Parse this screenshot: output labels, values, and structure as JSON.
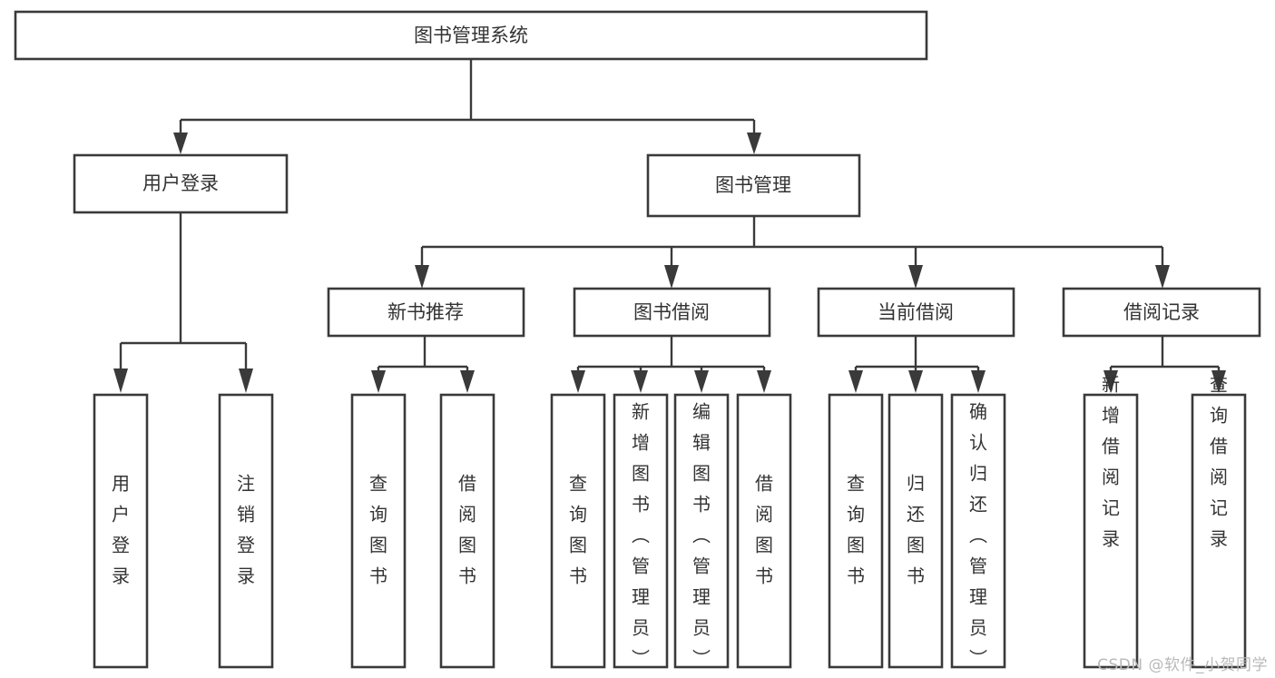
{
  "diagram": {
    "title": "图书管理系统",
    "watermark": "CSDN @软件_小贺同学",
    "accent_color": "#3a3a3a",
    "text_color": "#333333",
    "background_color": "#ffffff",
    "watermark_color": "#b9b9b9",
    "root": {
      "label": "图书管理系统"
    },
    "level2": [
      {
        "label": "用户登录"
      },
      {
        "label": "图书管理"
      }
    ],
    "level3": [
      {
        "label": "新书推荐"
      },
      {
        "label": "图书借阅"
      },
      {
        "label": "当前借阅"
      },
      {
        "label": "借阅记录"
      }
    ],
    "leaves": {
      "user_login": [
        {
          "label": "用户登录"
        },
        {
          "label": "注销登录"
        }
      ],
      "new_book_recommend": [
        {
          "label": "查询图书"
        },
        {
          "label": "借阅图书"
        }
      ],
      "book_borrow": [
        {
          "label": "查询图书"
        },
        {
          "label": "新增图书（管理员）"
        },
        {
          "label": "编辑图书（管理员）"
        },
        {
          "label": "借阅图书"
        }
      ],
      "current_borrow": [
        {
          "label": "查询图书"
        },
        {
          "label": "归还图书"
        },
        {
          "label": "确认归还（管理员）"
        }
      ],
      "borrow_records": [
        {
          "label": "新增借阅记录"
        },
        {
          "label": "查询借阅记录"
        }
      ]
    }
  }
}
